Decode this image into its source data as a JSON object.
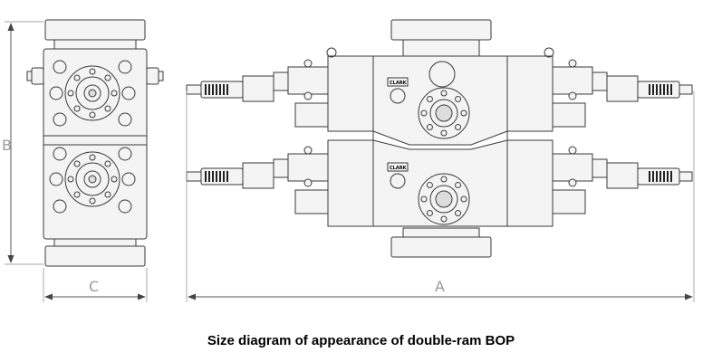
{
  "caption": "Size diagram of appearance of double-ram BOP",
  "dimensions": {
    "a": "A",
    "b": "B",
    "c": "C"
  },
  "brand_label": "CLARK",
  "colors": {
    "line": "#3a3a3a",
    "dim_line": "#555555",
    "dim_text": "#9a9a9a",
    "body_fill": "#f4f4f4"
  },
  "views": [
    "side-view",
    "front-view"
  ]
}
